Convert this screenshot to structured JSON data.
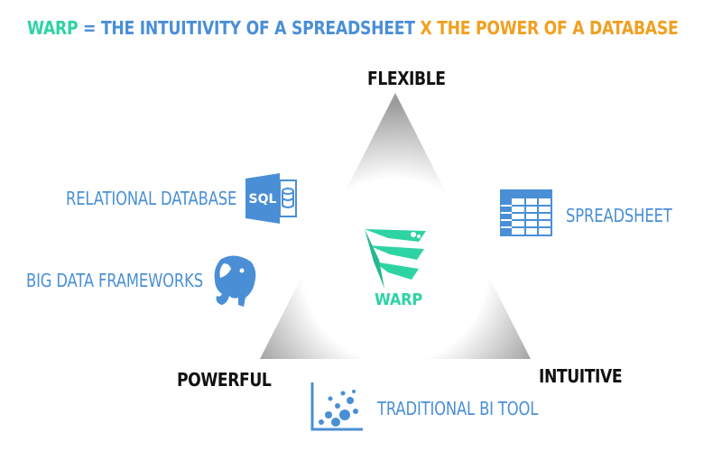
{
  "headline": {
    "brand": "WARP",
    "equals": " = THE INTUITIVITY OF A SPREADSHEET ",
    "times": "X",
    "power": " THE POWER OF A DATABASE"
  },
  "corners": {
    "top": "FLEXIBLE",
    "left": "POWERFUL",
    "right": "INTUITIVE"
  },
  "center": {
    "label": "WARP"
  },
  "tools": {
    "relational_db": {
      "label": "RELATIONAL DATABASE",
      "icon": "sql-database-icon",
      "icon_text": "SQL"
    },
    "big_data": {
      "label": "BIG DATA FRAMEWORKS",
      "icon": "elephant-icon"
    },
    "spreadsheet": {
      "label": "SPREADSHEET",
      "icon": "spreadsheet-icon"
    },
    "bi_tool": {
      "label": "TRADITIONAL BI TOOL",
      "icon": "scatter-plot-icon"
    }
  },
  "colors": {
    "teal": "#2ed3a4",
    "blue": "#4a8fd6",
    "orange": "#f0a020",
    "dark": "#111111"
  }
}
